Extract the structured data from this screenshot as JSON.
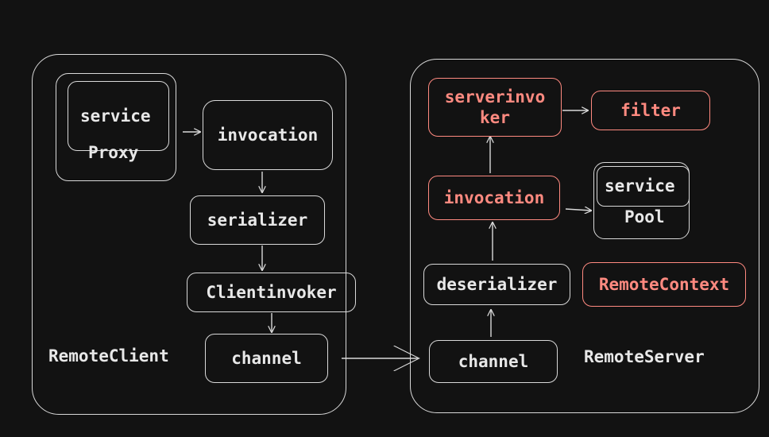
{
  "client": {
    "label": "RemoteClient",
    "service_proxy": {
      "line1": "service",
      "line2": "Proxy"
    },
    "invocation": "invocation",
    "serializer": "serializer",
    "clientinvoker": "Clientinvoker",
    "channel": "channel"
  },
  "server": {
    "label": "RemoteServer",
    "serverinvoker": {
      "line1": "serverinvo",
      "line2": "ker"
    },
    "filter": "filter",
    "invocation": "invocation",
    "service_pool": {
      "line1": "service",
      "line2": "Pool"
    },
    "deserializer": "deserializer",
    "remote_context": "RemoteContext",
    "channel": "channel"
  },
  "colors": {
    "stroke": "#d9d9d9",
    "accent": "#ff8a80",
    "background": "#121212"
  }
}
